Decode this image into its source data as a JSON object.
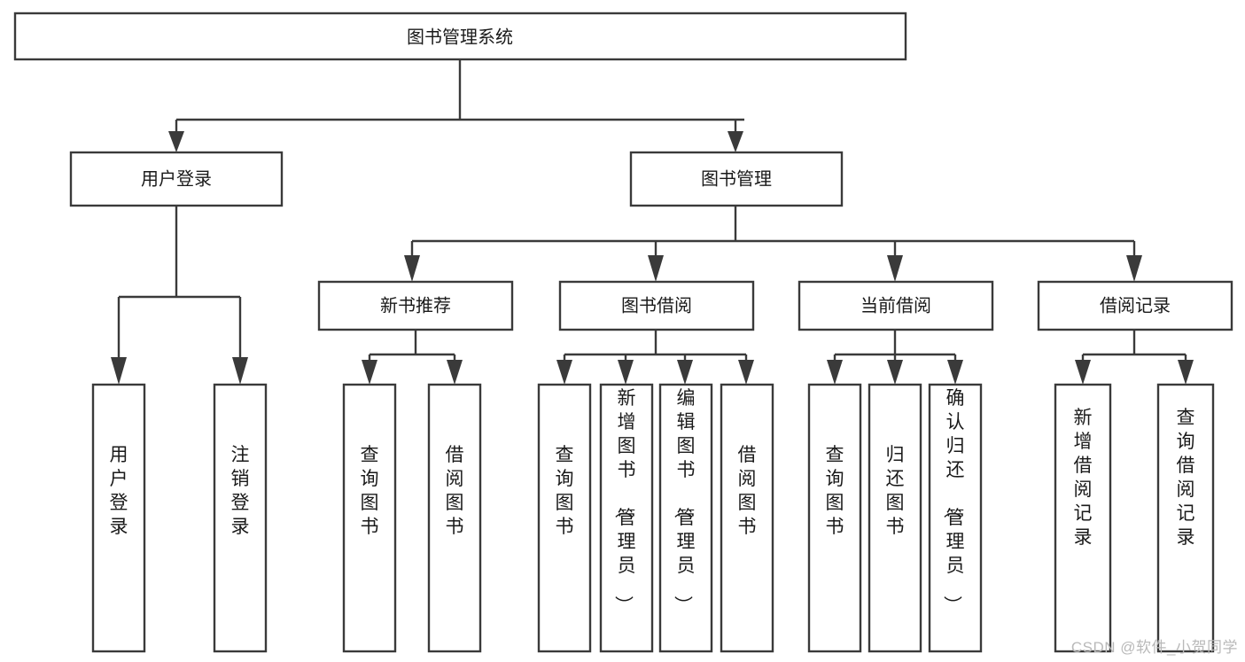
{
  "diagram": {
    "type": "hierarchy-tree",
    "title": "图书管理系统",
    "orientation": "top-down",
    "watermark": "CSDN @软件_小贺同学",
    "colors": {
      "box_stroke": "#3a3a3a",
      "box_fill": "#ffffff",
      "connector": "#3a3a3a",
      "text": "#1a1a1a",
      "watermark": "#b9b9b9",
      "background": "#ffffff"
    },
    "levels": {
      "level1": "root",
      "level2": "modules",
      "level3": "submodules",
      "level4": "functions"
    },
    "nodes": {
      "root": {
        "id": "root",
        "label": "图书管理系统",
        "orient": "horizontal"
      },
      "user_login": {
        "id": "user_login",
        "label": "用户登录",
        "orient": "horizontal"
      },
      "book_manage": {
        "id": "book_manage",
        "label": "图书管理",
        "orient": "horizontal"
      },
      "new_book_rec": {
        "id": "new_book_rec",
        "label": "新书推荐",
        "orient": "horizontal"
      },
      "book_borrow": {
        "id": "book_borrow",
        "label": "图书借阅",
        "orient": "horizontal"
      },
      "current_borrow": {
        "id": "current_borrow",
        "label": "当前借阅",
        "orient": "horizontal"
      },
      "borrow_record": {
        "id": "borrow_record",
        "label": "借阅记录",
        "orient": "horizontal"
      },
      "leaf_user_login": {
        "id": "leaf_user_login",
        "label": "用户登录",
        "orient": "vertical"
      },
      "leaf_logout": {
        "id": "leaf_logout",
        "label": "注销登录",
        "orient": "vertical"
      },
      "leaf_query_book_1": {
        "id": "leaf_query_book_1",
        "label": "查询图书",
        "orient": "vertical"
      },
      "leaf_borrow_book_1": {
        "id": "leaf_borrow_book_1",
        "label": "借阅图书",
        "orient": "vertical"
      },
      "leaf_query_book_2": {
        "id": "leaf_query_book_2",
        "label": "查询图书",
        "orient": "vertical"
      },
      "leaf_add_book": {
        "id": "leaf_add_book",
        "label": "新增图书（管理员）",
        "orient": "vertical"
      },
      "leaf_edit_book": {
        "id": "leaf_edit_book",
        "label": "编辑图书（管理员）",
        "orient": "vertical"
      },
      "leaf_borrow_book_2": {
        "id": "leaf_borrow_book_2",
        "label": "借阅图书",
        "orient": "vertical"
      },
      "leaf_query_book_3": {
        "id": "leaf_query_book_3",
        "label": "查询图书",
        "orient": "vertical"
      },
      "leaf_return_book": {
        "id": "leaf_return_book",
        "label": "归还图书",
        "orient": "vertical"
      },
      "leaf_confirm_return": {
        "id": "leaf_confirm_return",
        "label": "确认归还（管理员）",
        "orient": "vertical"
      },
      "leaf_add_record": {
        "id": "leaf_add_record",
        "label": "新增借阅记录",
        "orient": "vertical"
      },
      "leaf_query_record": {
        "id": "leaf_query_record",
        "label": "查询借阅记录",
        "orient": "vertical"
      }
    },
    "edges": [
      {
        "from": "root",
        "to": "user_login"
      },
      {
        "from": "root",
        "to": "book_manage"
      },
      {
        "from": "user_login",
        "to": "leaf_user_login"
      },
      {
        "from": "user_login",
        "to": "leaf_logout"
      },
      {
        "from": "book_manage",
        "to": "new_book_rec"
      },
      {
        "from": "book_manage",
        "to": "book_borrow"
      },
      {
        "from": "book_manage",
        "to": "current_borrow"
      },
      {
        "from": "book_manage",
        "to": "borrow_record"
      },
      {
        "from": "new_book_rec",
        "to": "leaf_query_book_1"
      },
      {
        "from": "new_book_rec",
        "to": "leaf_borrow_book_1"
      },
      {
        "from": "book_borrow",
        "to": "leaf_query_book_2"
      },
      {
        "from": "book_borrow",
        "to": "leaf_add_book"
      },
      {
        "from": "book_borrow",
        "to": "leaf_edit_book"
      },
      {
        "from": "book_borrow",
        "to": "leaf_borrow_book_2"
      },
      {
        "from": "current_borrow",
        "to": "leaf_query_book_3"
      },
      {
        "from": "current_borrow",
        "to": "leaf_return_book"
      },
      {
        "from": "current_borrow",
        "to": "leaf_confirm_return"
      },
      {
        "from": "borrow_record",
        "to": "leaf_add_record"
      },
      {
        "from": "borrow_record",
        "to": "leaf_query_record"
      }
    ]
  }
}
